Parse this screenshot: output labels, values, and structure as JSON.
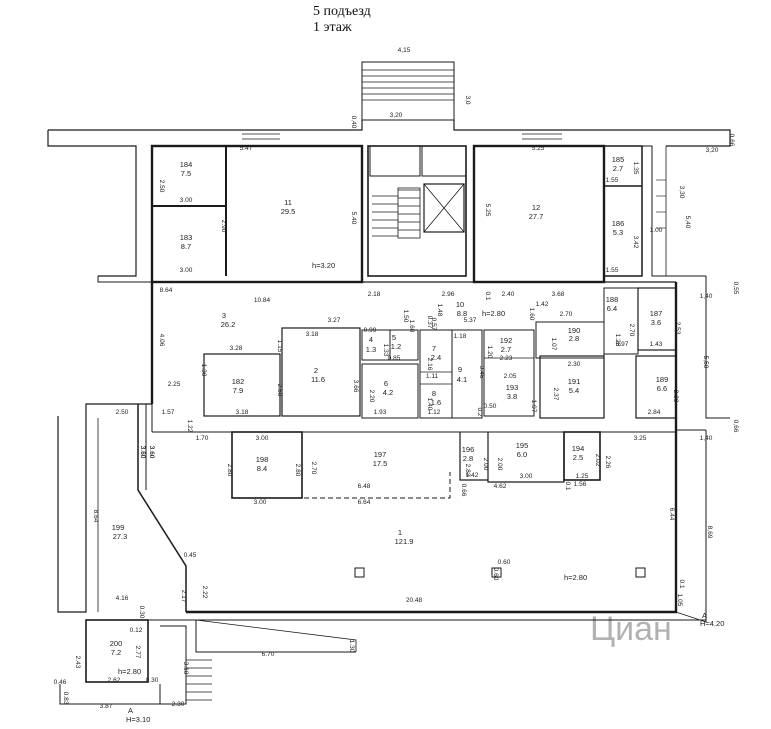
{
  "header": {
    "entrance": "5 подъезд",
    "floor": "1 этаж"
  },
  "colors": {
    "wall": "#1a1a1a",
    "line": "#333333",
    "paper": "#ffffff",
    "watermark": "#bbbbbb"
  },
  "rooms": [
    {
      "no": "184",
      "area": "7.5"
    },
    {
      "no": "11",
      "area": "29.5"
    },
    {
      "no": "183",
      "area": "8.7"
    },
    {
      "no": "12",
      "area": "27.7"
    },
    {
      "no": "185",
      "area": "2.7"
    },
    {
      "no": "186",
      "area": "5.3"
    },
    {
      "no": "3",
      "area": "26.2"
    },
    {
      "no": "182",
      "area": "7.9"
    },
    {
      "no": "2",
      "area": "11.6"
    },
    {
      "no": "4",
      "area": "1.3"
    },
    {
      "no": "5",
      "area": "1.2"
    },
    {
      "no": "6",
      "area": "4.2"
    },
    {
      "no": "7",
      "area": "2.4"
    },
    {
      "no": "8",
      "area": "1.6"
    },
    {
      "no": "9",
      "area": "4.1"
    },
    {
      "no": "10",
      "area": "8.8"
    },
    {
      "no": "192",
      "area": "2.7"
    },
    {
      "no": "193",
      "area": "3.8"
    },
    {
      "no": "190",
      "area": "2.8"
    },
    {
      "no": "191",
      "area": "5.4"
    },
    {
      "no": "188",
      "area": "6.4"
    },
    {
      "no": "187",
      "area": "3.6"
    },
    {
      "no": "189",
      "area": "6.6"
    },
    {
      "no": "198",
      "area": "8.4"
    },
    {
      "no": "197",
      "area": "17.5"
    },
    {
      "no": "196",
      "area": "2.8"
    },
    {
      "no": "195",
      "area": "6.0"
    },
    {
      "no": "194",
      "area": "2.5"
    },
    {
      "no": "199",
      "area": "27.3"
    },
    {
      "no": "1",
      "area": "121.9"
    },
    {
      "no": "200",
      "area": "7.2"
    }
  ],
  "dimensions": [
    "4,15",
    "3,0",
    "0,40",
    "3,20",
    "0,66",
    "3,20",
    "0,55",
    "1,40",
    "0,66",
    "1,40",
    "3,30",
    "5,40",
    "5.47",
    "5.25",
    "2.50",
    "3.00",
    "2.90",
    "3.00",
    "5.40",
    "5.25",
    "1.35",
    "1.55",
    "3.42",
    "1.55",
    "1.00",
    "8.64",
    "10.84",
    "2.18",
    "2.96",
    "0.1",
    "2.40",
    "3.68",
    "1.42",
    "1.60",
    "2.70",
    "2.70",
    "3.27",
    "3.18",
    "1.15",
    "0.99",
    "1.33",
    "1.60",
    "1.50",
    "0.57",
    "0.37",
    "1.48",
    "5.37",
    "1.18",
    "1.20",
    "1.07",
    "0.85",
    "2.16",
    "2.23",
    "2.30",
    "1.28",
    "0.97",
    "1.43",
    "2.53",
    "5,50",
    "3.28",
    "1.30",
    "2.50",
    "3.66",
    "2.20",
    "1.11",
    "3.46",
    "2.05",
    "1.97",
    "2.37",
    "2.33",
    "4.06",
    "2.25",
    "1.57",
    "1.22",
    "3.18",
    "1.93",
    "1.40",
    "1.12",
    "0.50",
    "0.2",
    "2.84",
    "3.25",
    "2.50",
    "3.60",
    "3.60",
    "1.70",
    "3.00",
    "2.80",
    "2.80",
    "2.70",
    "1.42",
    "2.00",
    "2.00",
    "2.02",
    "2.26",
    "2.83",
    "0.66",
    "4.62",
    "3.00",
    "0.1",
    "1.25",
    "1.56",
    "6.48",
    "3.00",
    "6.64",
    "8.64",
    "3.60",
    "3.60",
    "0.45",
    "6.44",
    "8,69",
    "0.60",
    "0.60",
    "2.22",
    "2.17",
    "0.1",
    "1.05",
    "4.16",
    "0.30",
    "20.48",
    "0.12",
    "2.43",
    "2.77",
    "3.10",
    "6.70",
    "1.30",
    "0.46",
    "2.62",
    "0.30",
    "0.83",
    "3.87",
    "2.30"
  ],
  "heights": [
    "h=3.20",
    "h=2.80",
    "h=2.80",
    "h=2.80"
  ],
  "markers": [
    "A",
    "H=4.20",
    "A",
    "H=3.10"
  ],
  "watermark": "Циан"
}
